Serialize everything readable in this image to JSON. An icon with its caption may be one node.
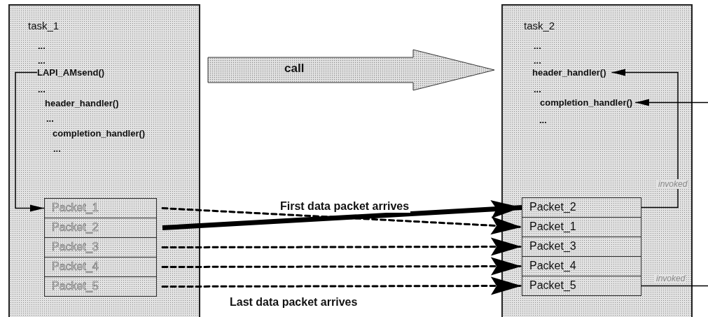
{
  "diagram": {
    "nodes": [
      {
        "text": [
          "task_1",
          "...",
          "...",
          "...",
          "header_handler()",
          "...",
          "completion_handler()",
          "..."
        ]
      },
      {
        "text": [
          "LAPI_AMsend()"
        ],
        "in": 0
      },
      {
        "text": [
          "Packet_1"
        ],
        "in": 0
      },
      {
        "text": [
          "Packet_2"
        ],
        "in": 0
      },
      {
        "text": [
          "Packet_3"
        ],
        "in": 0
      },
      {
        "text": [
          "Packet_4"
        ],
        "in": 0
      },
      {
        "text": [
          "Packet_5"
        ],
        "in": 0
      },
      {
        "text": [
          "call"
        ]
      },
      {
        "text": [
          "task_2",
          "...",
          "...",
          "...",
          "..."
        ]
      },
      {
        "text": [
          "header_handler()"
        ],
        "in": 8
      },
      {
        "text": [
          "completion_handler()"
        ],
        "in": 8
      },
      {
        "text": [
          "Packet_2"
        ],
        "in": 8
      },
      {
        "text": [
          "Packet_1"
        ],
        "in": 8
      },
      {
        "text": [
          "Packet_3"
        ],
        "in": 8
      },
      {
        "text": [
          "Packet_4"
        ],
        "in": 8
      },
      {
        "text": [
          "Packet_5"
        ],
        "in": 8
      }
    ],
    "edges": [
      {
        "from": 1,
        "to": 2,
        "arrow": "to"
      },
      {
        "from": 2,
        "to": 12,
        "arrow": "to",
        "style": "dashed"
      },
      {
        "from": 3,
        "to": 11,
        "arrow": "to",
        "style": "thick",
        "label": "First data packet arrives"
      },
      {
        "from": 4,
        "to": 13,
        "arrow": "to",
        "style": "dashed"
      },
      {
        "from": 5,
        "to": 14,
        "arrow": "to",
        "style": "dashed"
      },
      {
        "from": 6,
        "to": 15,
        "arrow": "to",
        "style": "dashed",
        "label": "Last data packet arrives"
      },
      {
        "from": 11,
        "to": 9,
        "arrow": "to",
        "label": "invoked"
      },
      {
        "from": 15,
        "to": null,
        "arrow": "none",
        "label": "invoked"
      },
      {
        "from": null,
        "to": 10,
        "arrow": "to"
      }
    ]
  }
}
